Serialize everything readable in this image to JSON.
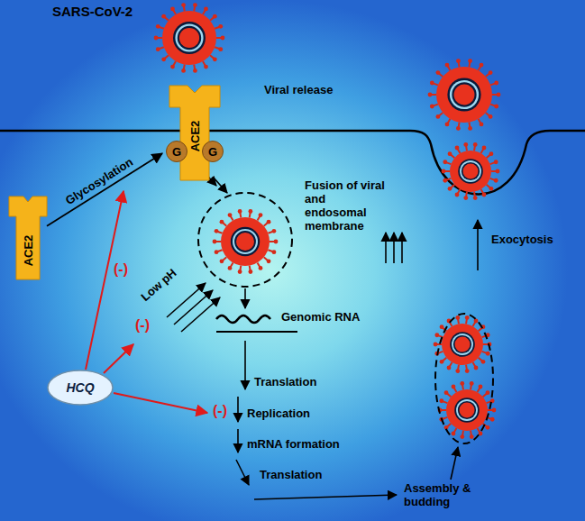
{
  "diagram": {
    "nodes": [
      {
        "text": [
          "ACE2"
        ]
      },
      {
        "text": [
          "G"
        ],
        "in": 0
      },
      {
        "text": [
          "G"
        ],
        "in": 0
      },
      {
        "text": [
          "ACE2"
        ]
      },
      {
        "text": [
          "HCQ"
        ]
      }
    ],
    "edges": [
      {
        "from": 3,
        "to": 0,
        "arrow": "to",
        "label": "Glycosylation"
      }
    ],
    "labels": [
      "SARS-CoV-2",
      "Viral release",
      "(-)",
      "(-)",
      "(-)",
      "Low pH",
      "Fusion of viral and endosomal membrane",
      "Genomic RNA",
      "Translation",
      "Replication",
      "mRNA formation",
      "Translation",
      "Exocytosis",
      "Assembly & budding"
    ]
  }
}
